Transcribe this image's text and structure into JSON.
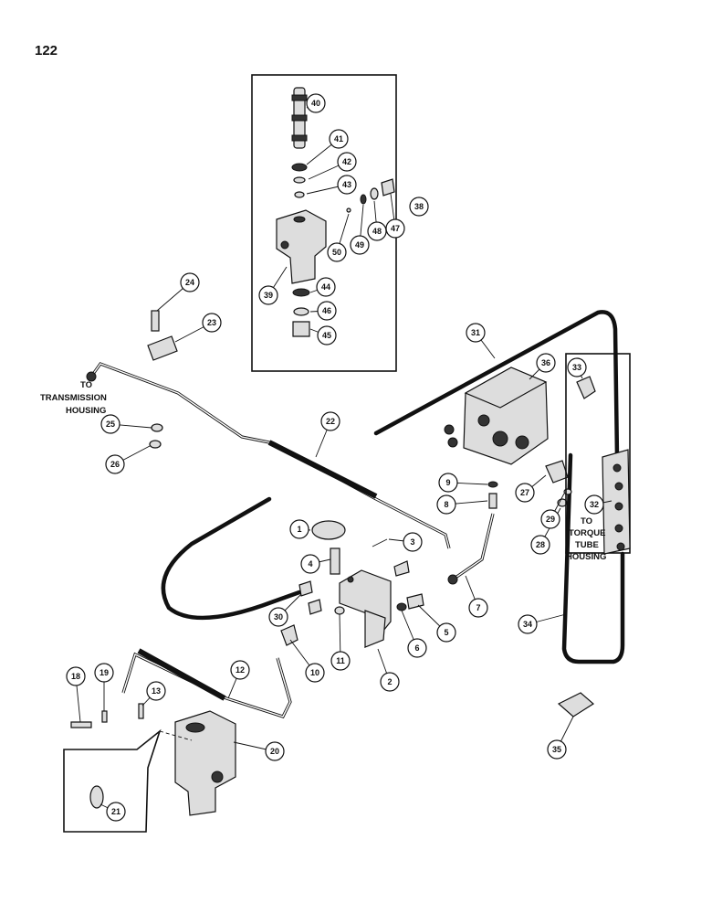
{
  "page_number": "122",
  "labels": {
    "transmission_line1": "TO",
    "transmission_line2": "TRANSMISSION",
    "transmission_line3": "HOUSING",
    "torque_line1": "TO",
    "torque_line2": "TORQUE",
    "torque_line3": "TUBE",
    "torque_line4": "HOUSING"
  },
  "callouts": [
    "1",
    "2",
    "3",
    "4",
    "5",
    "6",
    "7",
    "8",
    "9",
    "10",
    "11",
    "12",
    "13",
    "18",
    "19",
    "20",
    "21",
    "22",
    "23",
    "24",
    "25",
    "26",
    "27",
    "28",
    "29",
    "30",
    "31",
    "32",
    "33",
    "34",
    "35",
    "36",
    "38",
    "39",
    "40",
    "41",
    "42",
    "43",
    "44",
    "45",
    "46",
    "47",
    "48",
    "49",
    "50"
  ]
}
